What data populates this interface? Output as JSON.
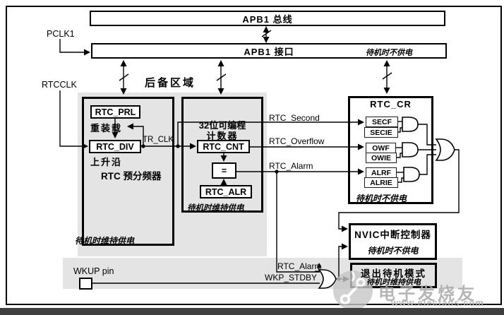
{
  "colors": {
    "gray_region": "#e4e4e4",
    "line": "#000000",
    "bottom_strip": "#3f3f3f",
    "watermark_gray": "#a9a9a9"
  },
  "top": {
    "apb1_bus": "APB1 总线",
    "apb1_interface": "APB1 接口",
    "standby_note": "待机时不供电",
    "pclk1": "PCLK1"
  },
  "backup_domain": {
    "label": "后备区域",
    "rtcclk": "RTCCLK",
    "prescaler": {
      "rtc_prl": "RTC_PRL",
      "reload": "重装载",
      "rtc_div": "RTC_DIV",
      "rising_edge": "上升沿",
      "title": "RTC 预分频器",
      "note": "待机时维持供电",
      "tr_clk": "TR_CLK"
    },
    "counter": {
      "title_line1": "32位可编程",
      "title_line2": "计数器",
      "rtc_cnt": "RTC_CNT",
      "comparator": "=",
      "rtc_alr": "RTC_ALR",
      "note": "待机时维持供电"
    }
  },
  "signals": {
    "rtc_second": "RTC_Second",
    "rtc_overflow": "RTC_Overflow",
    "rtc_alarm": "RTC_Alarm",
    "rtc_alarm_wakeup": "RTC_Alarm",
    "wkp_stdby": "WKP_STDBY",
    "wkup_pin": "WKUP pin"
  },
  "rtc_cr": {
    "title": "RTC_CR",
    "flags": [
      "SECF",
      "SECIE",
      "OWF",
      "OWIE",
      "ALRF",
      "ALRIE"
    ],
    "note": "待机时不供电"
  },
  "nvic": {
    "title": "NVIC中断控制器",
    "note": "待机时不供电"
  },
  "exit_standby": {
    "title": "退出待机模式",
    "note": "待机时维持供电"
  },
  "watermark": {
    "brand": "电子发烧友",
    "url": "www.elecfans.com"
  }
}
